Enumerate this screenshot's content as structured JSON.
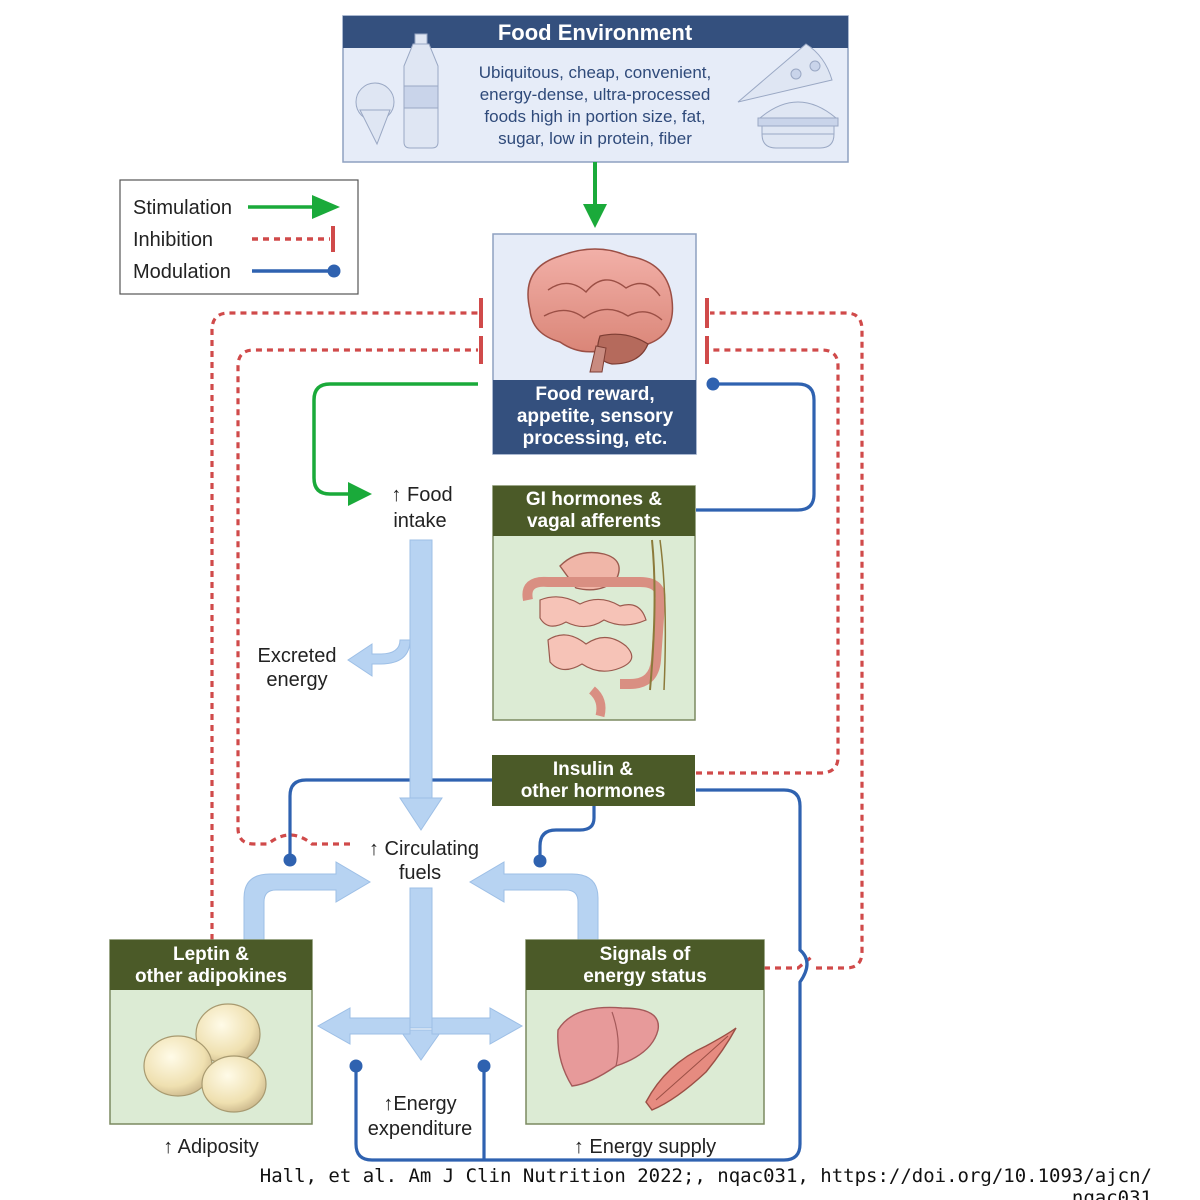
{
  "food_environment": {
    "title": "Food Environment",
    "description_lines": [
      "Ubiquitous, cheap, convenient,",
      "energy-dense, ultra-processed",
      "foods high in portion size, fat,",
      "sugar, low in protein, fiber"
    ]
  },
  "legend": {
    "stimulation": "Stimulation",
    "inhibition": "Inhibition",
    "modulation": "Modulation"
  },
  "brain_box": {
    "lines": [
      "Food reward,",
      "appetite, sensory",
      "processing, etc."
    ]
  },
  "gi_box": {
    "lines": [
      "GI hormones &",
      "vagal afferents"
    ]
  },
  "insulin_box": {
    "lines": [
      "Insulin &",
      "other hormones"
    ]
  },
  "leptin_box": {
    "lines": [
      "Leptin &",
      "other adipokines"
    ]
  },
  "signals_box": {
    "lines": [
      "Signals of",
      "energy status"
    ]
  },
  "labels": {
    "food_intake": [
      "↑ Food",
      "intake"
    ],
    "excreted_energy": [
      "Excreted",
      "energy"
    ],
    "circulating_fuels": [
      "↑ Circulating",
      "fuels"
    ],
    "energy_expenditure": [
      "↑Energy",
      "expenditure"
    ],
    "adiposity": "↑ Adiposity",
    "energy_supply": "↑ Energy supply"
  },
  "citation": [
    "Hall, et al. Am J Clin Nutrition 2022;, nqac031, https://doi.org/10.1093/ajcn/",
    "nqac031"
  ],
  "colors": {
    "stimulation": "#1aaa3a",
    "inhibition": "#d04a4a",
    "modulation": "#2f62b0",
    "flow": "#b7d3f2",
    "navy": "#34507e",
    "olive": "#4b5a28",
    "box_blue": "#e6ecf8",
    "box_green": "#dcebd4"
  }
}
